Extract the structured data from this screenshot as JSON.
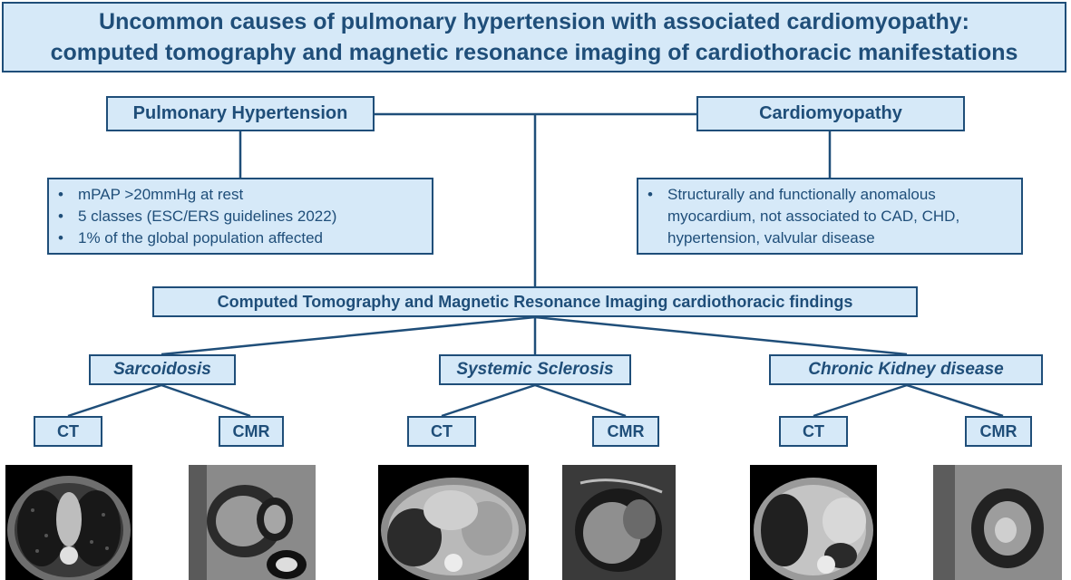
{
  "title": {
    "line1": "Uncommon causes of pulmonary hypertension with associated cardiomyopathy:",
    "line2": "computed tomography and magnetic resonance imaging of cardiothoracic manifestations"
  },
  "pulmonary_hypertension": {
    "label": "Pulmonary Hypertension",
    "bullets": [
      "mPAP >20mmHg at rest",
      "5 classes (ESC/ERS guidelines 2022)",
      "1% of the global population affected"
    ]
  },
  "cardiomyopathy": {
    "label": "Cardiomyopathy",
    "bullets": [
      "Structurally and functionally anomalous myocardium, not associated to CAD, CHD, hypertension, valvular disease"
    ]
  },
  "findings": {
    "label": "Computed Tomography and Magnetic Resonance Imaging cardiothoracic findings"
  },
  "diseases": [
    {
      "label": "Sarcoidosis",
      "ct": "CT",
      "cmr": "CMR"
    },
    {
      "label": "Systemic Sclerosis",
      "ct": "CT",
      "cmr": "CMR"
    },
    {
      "label": "Chronic Kidney disease",
      "ct": "CT",
      "cmr": "CMR"
    }
  ],
  "colors": {
    "border": "#1f4e79",
    "fill": "#d6e9f8",
    "text": "#1f4e79"
  }
}
